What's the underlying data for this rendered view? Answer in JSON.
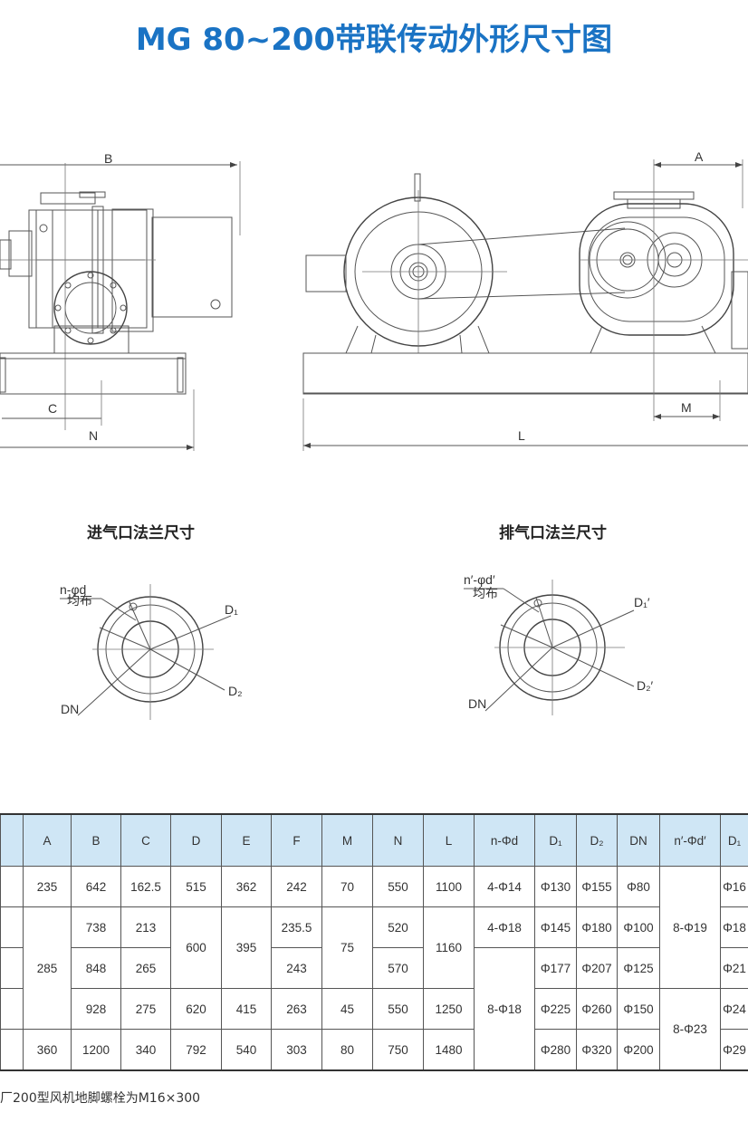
{
  "title": "MG  80~200带联传动外形尺寸图",
  "drawing": {
    "dim_labels": {
      "B": "B",
      "C": "C",
      "N": "N",
      "A": "A",
      "M": "M",
      "L": "L"
    },
    "inlet_flange": {
      "title": "进气口法兰尺寸",
      "hole_label": "n-φd",
      "hole_note": "均布",
      "d1": "D₁",
      "d2": "D₂",
      "dn": "DN"
    },
    "outlet_flange": {
      "title": "排气口法兰尺寸",
      "hole_label": "n′-φd′",
      "hole_note": "均布",
      "d1": "D₁′",
      "d2": "D₂′",
      "dn": "DN"
    }
  },
  "table": {
    "headers": [
      "",
      "A",
      "B",
      "C",
      "D",
      "E",
      "F",
      "M",
      "N",
      "L",
      "n-Φd",
      "D₁",
      "D₂",
      "DN",
      "n′-Φd′",
      "D₁"
    ],
    "rows": [
      {
        "model": "",
        "A": "235",
        "B": "642",
        "C": "162.5",
        "D": "515",
        "E": "362",
        "F": "242",
        "M": "70",
        "N": "550",
        "L": "1100",
        "nd": "4-Φ14",
        "D1": "Φ130",
        "D2": "Φ155",
        "DN": "Φ80",
        "nd2": "8-Φ19",
        "D1b": "Φ16"
      },
      {
        "model": "",
        "A": "285",
        "B": "738",
        "C": "213",
        "D": "600",
        "E": "395",
        "F": "235.5",
        "M": "75",
        "N": "520",
        "L": "1160",
        "nd": "4-Φ18",
        "D1": "Φ145",
        "D2": "Φ180",
        "DN": "Φ100",
        "D1b": "Φ18"
      },
      {
        "model": "",
        "B": "848",
        "C": "265",
        "F": "243",
        "N": "570",
        "nd": "8-Φ18",
        "D1": "Φ177",
        "D2": "Φ207",
        "DN": "Φ125",
        "D1b": "Φ21"
      },
      {
        "model": "",
        "B": "928",
        "C": "275",
        "D": "620",
        "E": "415",
        "F": "263",
        "M": "45",
        "N": "550",
        "L": "1250",
        "D1": "Φ225",
        "D2": "Φ260",
        "DN": "Φ150",
        "nd2": "8-Φ23",
        "D1b": "Φ24"
      },
      {
        "model": "",
        "A": "360",
        "B": "1200",
        "C": "340",
        "D": "792",
        "E": "540",
        "F": "303",
        "M": "80",
        "N": "750",
        "L": "1480",
        "D1": "Φ280",
        "D2": "Φ320",
        "DN": "Φ200",
        "D1b": "Φ29"
      }
    ]
  },
  "note": "厂200型风机地脚螺栓为M16×300"
}
